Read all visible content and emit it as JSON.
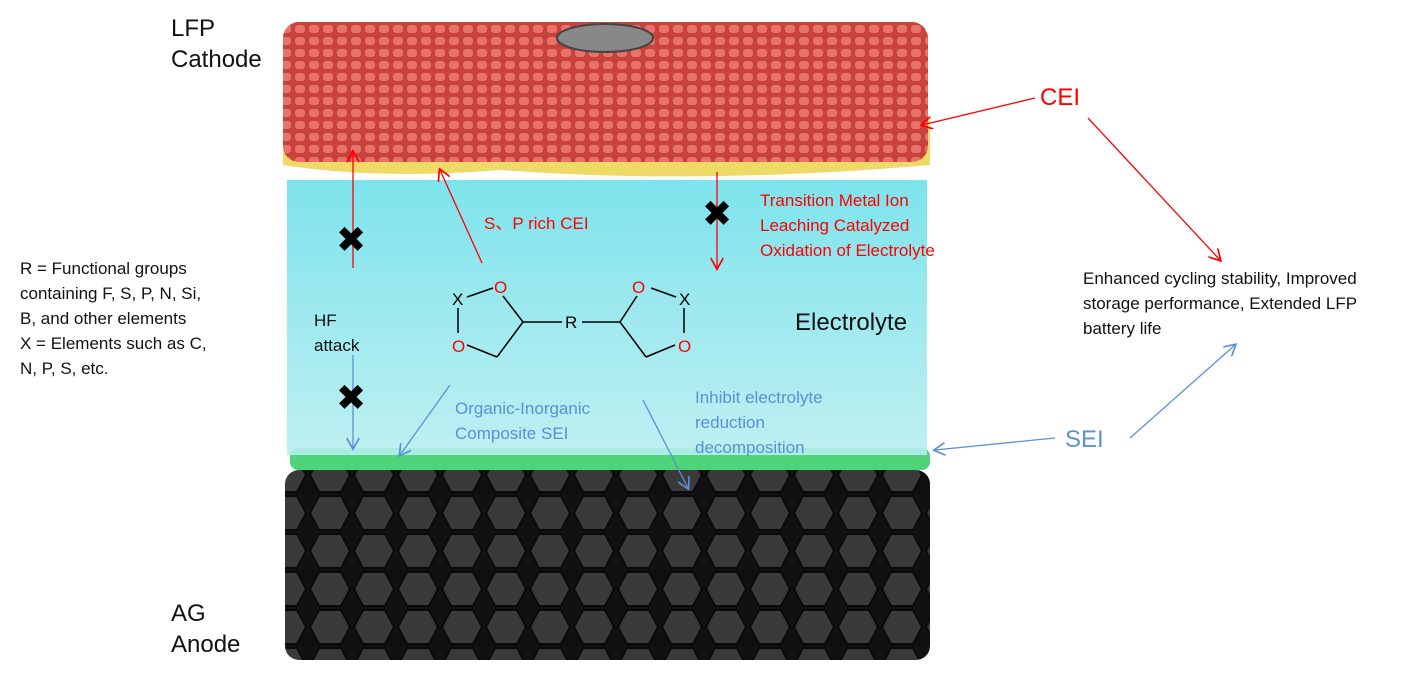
{
  "labels": {
    "cathode_line1": "LFP",
    "cathode_line2": "Cathode",
    "anode_line1": "AG",
    "anode_line2": "Anode",
    "electrolyte": "Electrolyte",
    "cei": "CEI",
    "sei": "SEI"
  },
  "annotations": {
    "sp_rich_cei": "S、P rich CEI",
    "tm_leaching": [
      "Transition Metal Ion",
      "Leaching Catalyzed",
      "Oxidation of Electrolyte"
    ],
    "hf_attack": [
      "HF",
      "attack"
    ],
    "organic_sei": [
      "Organic-Inorganic",
      "Composite SEI"
    ],
    "inhibit": [
      "Inhibit electrolyte",
      "reduction",
      "decomposition"
    ],
    "benefits": [
      "Enhanced cycling stability, Improved",
      "storage performance, Extended LFP",
      "battery life"
    ],
    "legend": [
      "R = Functional groups",
      "containing F, S, P, N, Si,",
      "B, and other elements",
      "X = Elements such as C,",
      "N, P, S, etc."
    ]
  },
  "molecule": {
    "x_left": "X",
    "x_right": "X",
    "o": "O",
    "r": "R"
  },
  "colors": {
    "cei": "#ff0000",
    "sei": "#5b8fd6",
    "electrolyte": "#7fe3ea",
    "cathode": "#e0605a",
    "anode": "#2b2b2b",
    "sei_layer": "#3ccf6a"
  }
}
